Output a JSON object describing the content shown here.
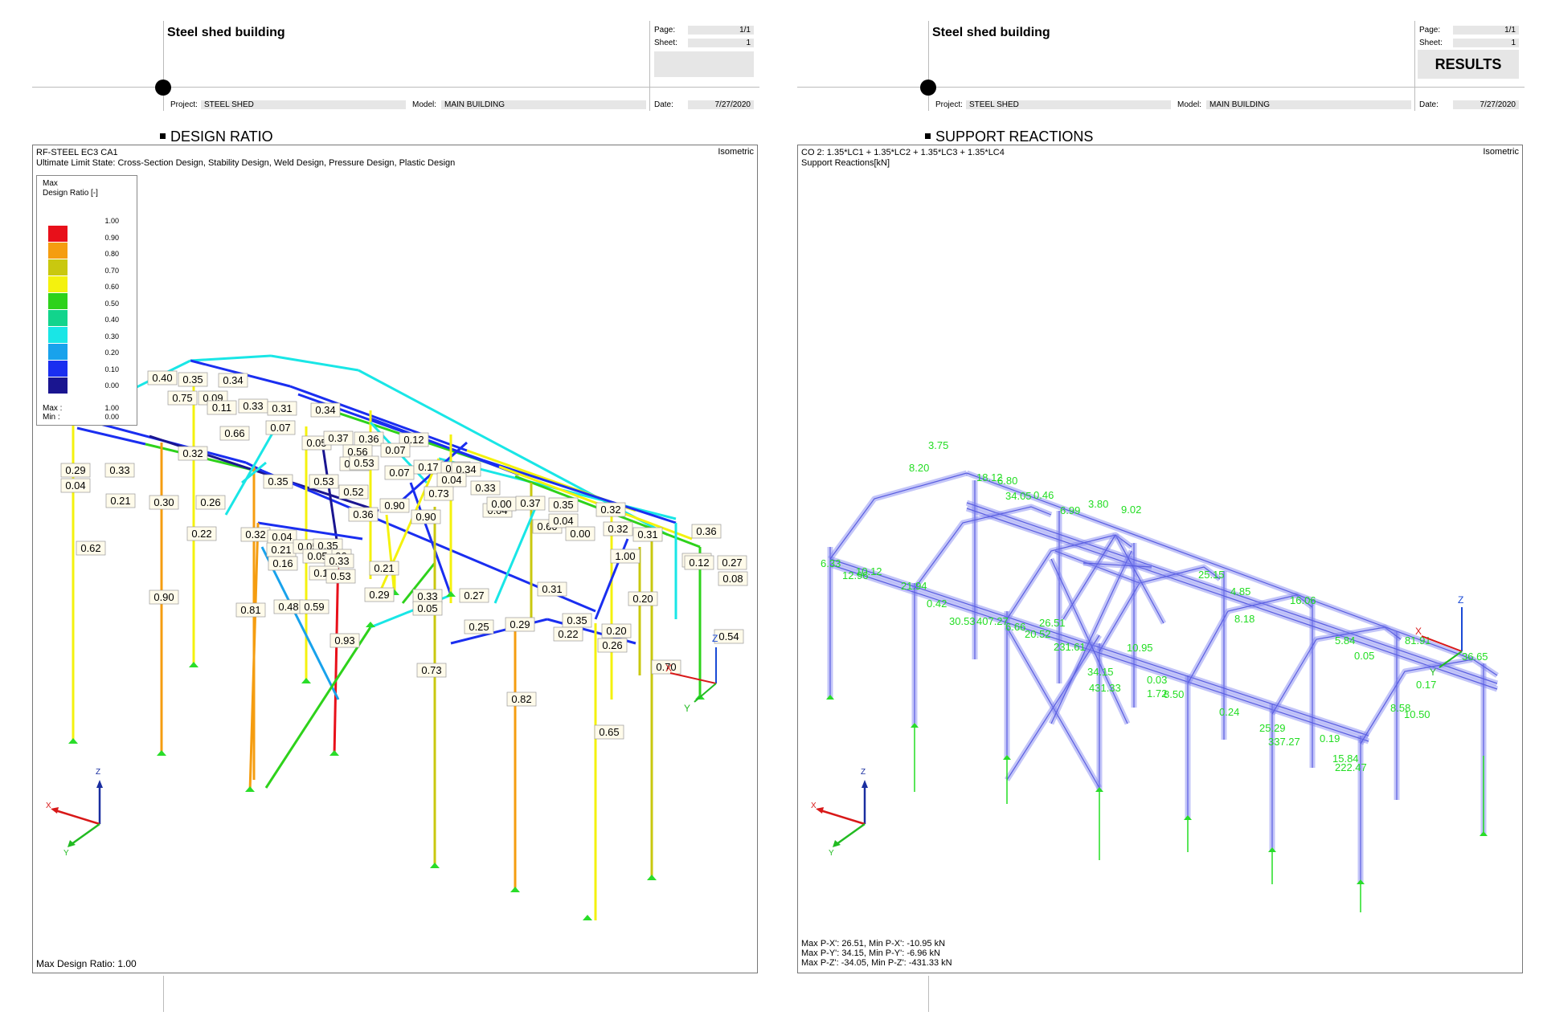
{
  "left": {
    "header": {
      "title": "Steel shed building",
      "page_label": "Page:",
      "page_value": "1/1",
      "sheet_label": "Sheet:",
      "sheet_value": "1",
      "project_label": "Project:",
      "project_value": "STEEL SHED",
      "model_label": "Model:",
      "model_value": "MAIN BUILDING",
      "date_label": "Date:",
      "date_value": "7/27/2020"
    },
    "section_title": "DESIGN RATIO",
    "frame": {
      "line1": "RF-STEEL EC3 CA1",
      "line2": "Ultimate Limit State: Cross-Section Design, Stability Design, Weld Design, Pressure Design, Plastic Design",
      "view": "Isometric",
      "bottom": "Max Design Ratio: 1.00"
    },
    "legend": {
      "title1": "Max",
      "title2": "Design Ratio [-]",
      "ticks": [
        "1.00",
        "0.90",
        "0.80",
        "0.70",
        "0.60",
        "0.50",
        "0.40",
        "0.30",
        "0.20",
        "0.10",
        "0.00"
      ],
      "colors": [
        "#e8101a",
        "#f59d10",
        "#c9c80f",
        "#f4f20e",
        "#2ed21b",
        "#12d48c",
        "#19e6e6",
        "#18a2ec",
        "#1a2ef0",
        "#1a1590"
      ],
      "max_label": "Max :",
      "max_value": "1.00",
      "min_label": "Min :",
      "min_value": "0.00"
    },
    "axes": {
      "x": "X",
      "y": "Y",
      "z": "Z"
    },
    "ratio_labels": [
      "0.40",
      "0.35",
      "0.34",
      "0.75",
      "0.09",
      "0.11",
      "0.33",
      "0.31",
      "0.34",
      "0.66",
      "0.07",
      "0.05",
      "0.37",
      "0.36",
      "0.12",
      "0.56",
      "0.07",
      "0.32",
      "0.29",
      "0.33",
      "0.20",
      "0.53",
      "0.07",
      "0.17",
      "0.34",
      "0.34",
      "0.04",
      "0.35",
      "0.53",
      "0.52",
      "0.73",
      "0.33",
      "0.04",
      "0.21",
      "0.30",
      "0.26",
      "0.90",
      "0.04",
      "0.00",
      "0.37",
      "0.35",
      "0.32",
      "0.22",
      "0.32",
      "0.04",
      "0.36",
      "0.90",
      "0.60",
      "0.04",
      "0.00",
      "0.32",
      "0.31",
      "0.36",
      "0.21",
      "0.05",
      "0.35",
      "0.06",
      "0.62",
      "0.16",
      "0.05",
      "0.33",
      "0.39",
      "0.27",
      "0.10",
      "0.53",
      "0.21",
      "1.00",
      "0.12",
      "0.08",
      "0.90",
      "0.29",
      "0.31",
      "0.81",
      "0.48",
      "0.59",
      "0.33",
      "0.27",
      "0.05",
      "0.25",
      "0.20",
      "0.29",
      "0.35",
      "0.93",
      "0.22",
      "0.20",
      "0.26",
      "0.54",
      "0.73",
      "0.70",
      "0.82",
      "0.65"
    ]
  },
  "right": {
    "header": {
      "title": "Steel shed building",
      "page_label": "Page:",
      "page_value": "1/1",
      "sheet_label": "Sheet:",
      "sheet_value": "1",
      "results": "RESULTS",
      "project_label": "Project:",
      "project_value": "STEEL SHED",
      "model_label": "Model:",
      "model_value": "MAIN BUILDING",
      "date_label": "Date:",
      "date_value": "7/27/2020"
    },
    "section_title": "SUPPORT REACTIONS",
    "frame": {
      "line1": "CO 2: 1.35*LC1 + 1.35*LC2 + 1.35*LC3 + 1.35*LC4",
      "line2": "Support Reactions[kN]",
      "view": "Isometric",
      "bottom1": "Max P-X': 26.51, Min P-X': -10.95 kN",
      "bottom2": "Max P-Y': 34.15, Min P-Y': -6.96 kN",
      "bottom3": "Max P-Z': -34.05, Min P-Z': -431.33 kN"
    },
    "axes": {
      "x": "X",
      "y": "Y",
      "z": "Z"
    },
    "reaction_labels": [
      "3.75",
      "8.20",
      "18.12",
      "6.80",
      "0.46",
      "34.05",
      "3.80",
      "6.99",
      "9.02",
      "6.33",
      "10.12",
      "12.96",
      "21.94",
      "0.42",
      "30.53",
      "407.27",
      "26.51",
      "6.66",
      "20.52",
      "231.61",
      "10.95",
      "34.15",
      "431.33",
      "0.03",
      "1.72",
      "8.50",
      "0.24",
      "25.15",
      "4.85",
      "8.18",
      "16.06",
      "5.84",
      "81.91",
      "0.05",
      "36.65",
      "0.17",
      "8.58",
      "10.50",
      "25.29",
      "337.27",
      "0.19",
      "15.84",
      "222.47"
    ]
  }
}
